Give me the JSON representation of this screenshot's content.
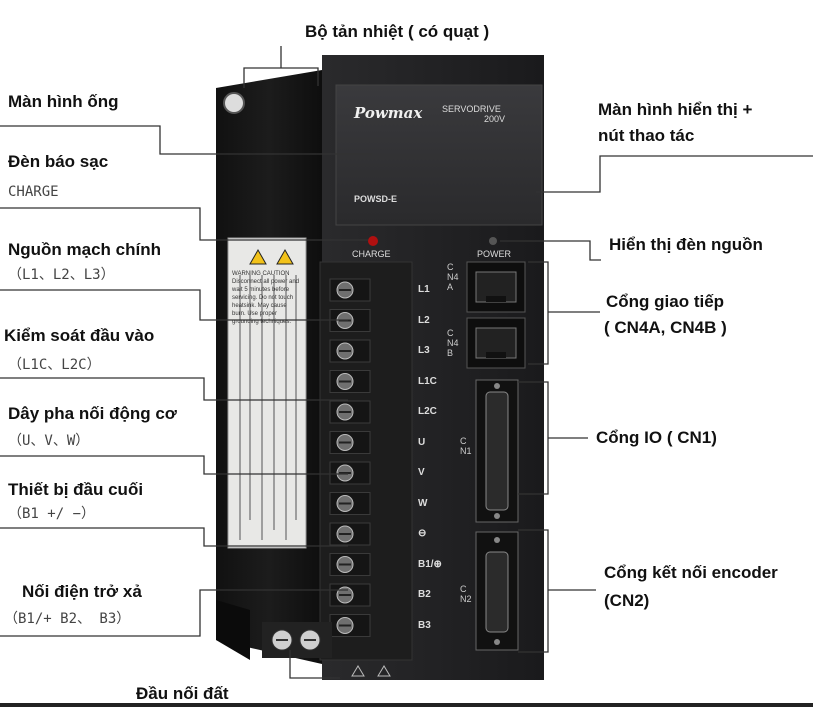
{
  "title": "Bộ tản nhiệt ( có quạt )",
  "device": {
    "brand": "Powmax",
    "model_line1": "SERVODRIVE",
    "model_line2": "200V",
    "model_name": "POWSD-E",
    "charge_led": "CHARGE",
    "power_led": "POWER",
    "terminals": [
      "L1",
      "L2",
      "L3",
      "L1C",
      "L2C",
      "U",
      "V",
      "W",
      "⊖",
      "B1/⊕",
      "B2",
      "B3"
    ],
    "port_cn4a": "CN4A",
    "port_cn4b": "CN4B",
    "port_cn1": "CN1",
    "port_cn2": "CN2",
    "warning_text": "WARNING CAUTION Disconnect all power and wait 5 minutes before servicing. Do not touch heatsink. May cause burn. Use proper grounding techniques."
  },
  "left_labels": [
    {
      "title": "Màn hình ống",
      "sub": ""
    },
    {
      "title": "Đèn báo sạc",
      "sub": "CHARGE"
    },
    {
      "title": "Nguồn mạch chính",
      "sub": "（L1、L2、L3）"
    },
    {
      "title": "Kiểm soát đầu vào",
      "sub": "（L1C、L2C）"
    },
    {
      "title": "Dây pha nối động cơ",
      "sub": "（U、V、W）"
    },
    {
      "title": "Thiết bị đầu cuối",
      "sub": "（B1 +/ −）"
    },
    {
      "title": "Nối điện trở xả",
      "sub": "（B1/+ B2、 B3）"
    }
  ],
  "right_labels": [
    {
      "title": "Màn hình hiển thị +",
      "title2": "nút thao tác"
    },
    {
      "title": "Hiển thị đèn nguồn"
    },
    {
      "title": "Cổng giao tiếp",
      "title2": "( CN4A, CN4B )"
    },
    {
      "title": "Cổng IO ( CN1)"
    },
    {
      "title": "Cổng kết nối encoder",
      "title2": "(CN2)"
    }
  ],
  "bottom_label": "Đầu nối đất"
}
